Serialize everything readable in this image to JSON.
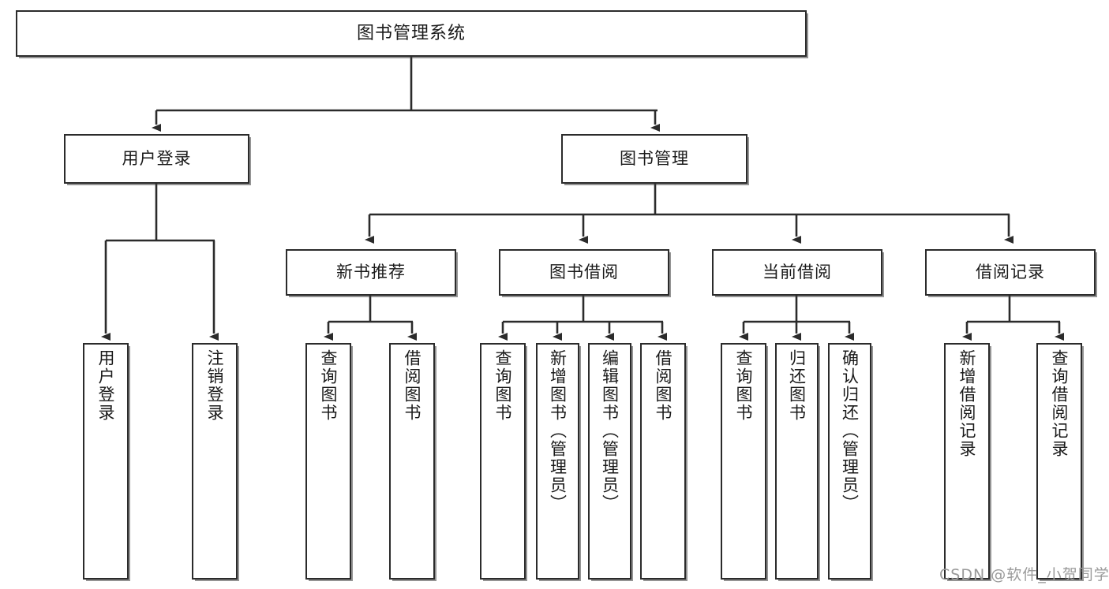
{
  "diagram": {
    "title": "图书管理系统",
    "type": "hierarchy-tree",
    "root": {
      "label": "图书管理系统"
    },
    "level2": [
      {
        "id": "user-login",
        "label": "用户登录"
      },
      {
        "id": "book-management",
        "label": "图书管理"
      }
    ],
    "level3": [
      {
        "id": "new-book-recommend",
        "label": "新书推荐",
        "parent": "book-management"
      },
      {
        "id": "book-borrow",
        "label": "图书借阅",
        "parent": "book-management"
      },
      {
        "id": "current-borrow",
        "label": "当前借阅",
        "parent": "book-management"
      },
      {
        "id": "borrow-record",
        "label": "借阅记录",
        "parent": "book-management"
      }
    ],
    "leaves": [
      {
        "id": "leaf-user-login",
        "label": "用户登录",
        "parent": "user-login"
      },
      {
        "id": "leaf-logout-login",
        "label": "注销登录",
        "parent": "user-login"
      },
      {
        "id": "leaf-query-book-1",
        "label": "查询图书",
        "parent": "new-book-recommend"
      },
      {
        "id": "leaf-borrow-book-1",
        "label": "借阅图书",
        "parent": "new-book-recommend"
      },
      {
        "id": "leaf-query-book-2",
        "label": "查询图书",
        "parent": "book-borrow"
      },
      {
        "id": "leaf-add-book",
        "label": "新增图书（管理员）",
        "parent": "book-borrow"
      },
      {
        "id": "leaf-edit-book",
        "label": "编辑图书（管理员）",
        "parent": "book-borrow"
      },
      {
        "id": "leaf-borrow-book-2",
        "label": "借阅图书",
        "parent": "book-borrow"
      },
      {
        "id": "leaf-query-book-3",
        "label": "查询图书",
        "parent": "current-borrow"
      },
      {
        "id": "leaf-return-book",
        "label": "归还图书",
        "parent": "current-borrow"
      },
      {
        "id": "leaf-confirm-return",
        "label": "确认归还（管理员）",
        "parent": "current-borrow"
      },
      {
        "id": "leaf-add-record",
        "label": "新增借阅记录",
        "parent": "borrow-record"
      },
      {
        "id": "leaf-query-record",
        "label": "查询借阅记录",
        "parent": "borrow-record"
      }
    ],
    "watermark": "CSDN @软件_小贺同学",
    "colors": {
      "stroke": "#2b2b2b",
      "fill": "#ffffff",
      "text": "#1a1a1a",
      "watermark": "#9a9a9a"
    }
  }
}
